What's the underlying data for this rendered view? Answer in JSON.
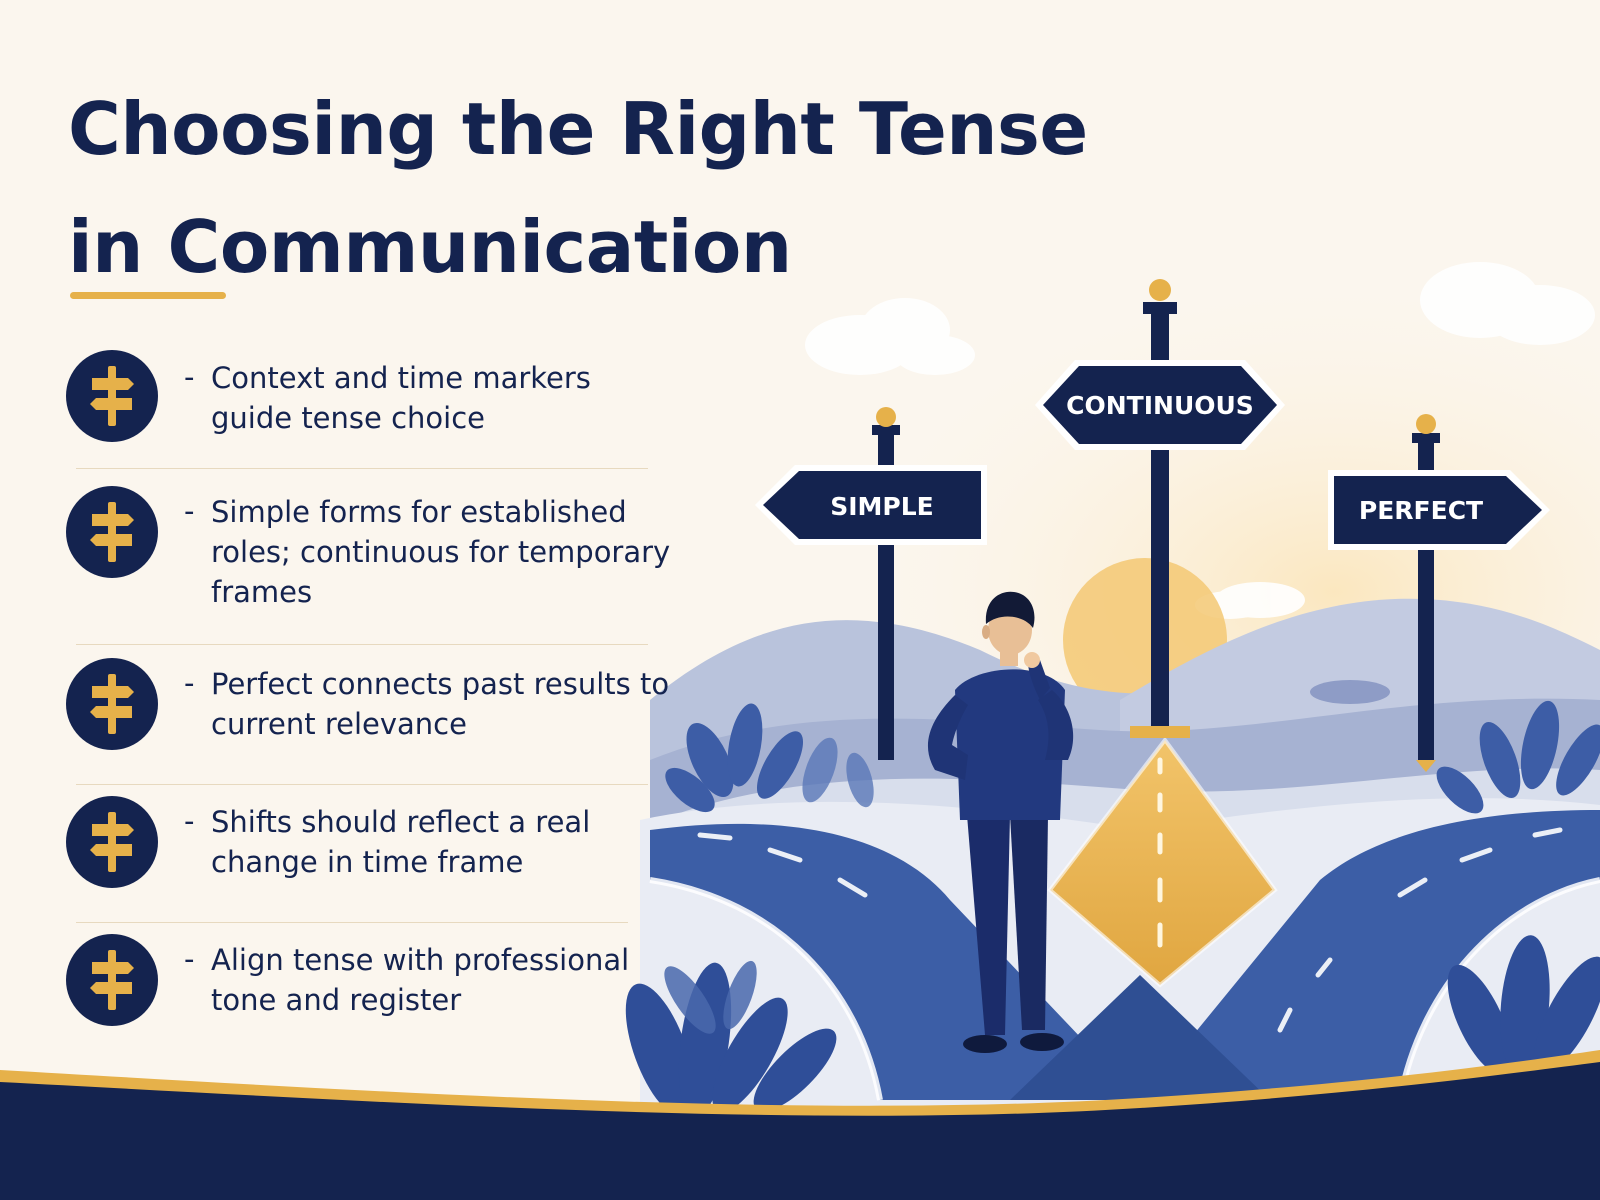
{
  "title": {
    "line1": "Choosing the Right Tense",
    "line2": "in Communication"
  },
  "bullets": [
    {
      "dash": "-",
      "text": "Context and time markers guide tense choice",
      "icon": "signpost-icon"
    },
    {
      "dash": "-",
      "text": "Simple forms for established roles; continuous for temporary frames",
      "icon": "signpost-icon"
    },
    {
      "dash": "-",
      "text": "Perfect connects past results to current relevance",
      "icon": "signpost-icon"
    },
    {
      "dash": "-",
      "text": "Shifts should reflect a real change in time frame",
      "icon": "signpost-icon"
    },
    {
      "dash": "-",
      "text": "Align tense with professional tone and register",
      "icon": "signpost-icon"
    }
  ],
  "signs": {
    "left": "SIMPLE",
    "center": "CONTINUOUS",
    "right": "PERFECT"
  },
  "colors": {
    "navy": "#14234f",
    "gold": "#e6b14a",
    "road_blue": "#3c5ea6",
    "background": "#fbf6ee"
  }
}
